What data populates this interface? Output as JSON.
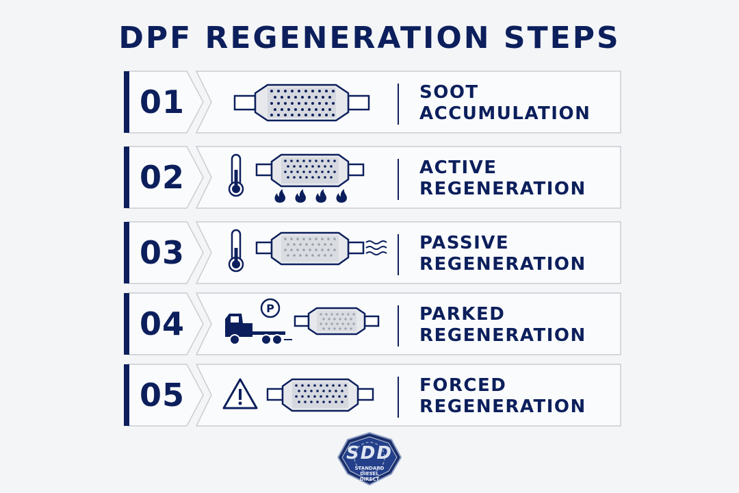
{
  "title": "DPF REGENERATION STEPS",
  "colors": {
    "navy": "#0c1f5c",
    "frame": "#c9ccd3",
    "panel": "#fafbfc",
    "grey": "#b8bcc4"
  },
  "steps": [
    {
      "num": "01",
      "line1": "SOOT",
      "line2": "ACCUMULATION",
      "icons": [
        "dpf-filter-icon"
      ]
    },
    {
      "num": "02",
      "line1": "ACTIVE",
      "line2": "REGENERATION",
      "icons": [
        "thermometer-icon",
        "dpf-filter-icon",
        "flame-icon"
      ]
    },
    {
      "num": "03",
      "line1": "PASSIVE",
      "line2": "REGENERATION",
      "icons": [
        "thermometer-icon",
        "dpf-filter-icon",
        "heat-waves-icon"
      ]
    },
    {
      "num": "04",
      "line1": "PARKED",
      "line2": "REGENERATION",
      "icons": [
        "truck-icon",
        "parking-sign-icon",
        "dpf-filter-icon"
      ]
    },
    {
      "num": "05",
      "line1": "FORCED",
      "line2": "REGENERATION",
      "icons": [
        "warning-triangle-icon",
        "dpf-filter-icon"
      ]
    }
  ],
  "logo": {
    "text": "SDD",
    "sub1": "STANDARD",
    "sub2": "DIESEL",
    "sub3": "DIRECT"
  }
}
